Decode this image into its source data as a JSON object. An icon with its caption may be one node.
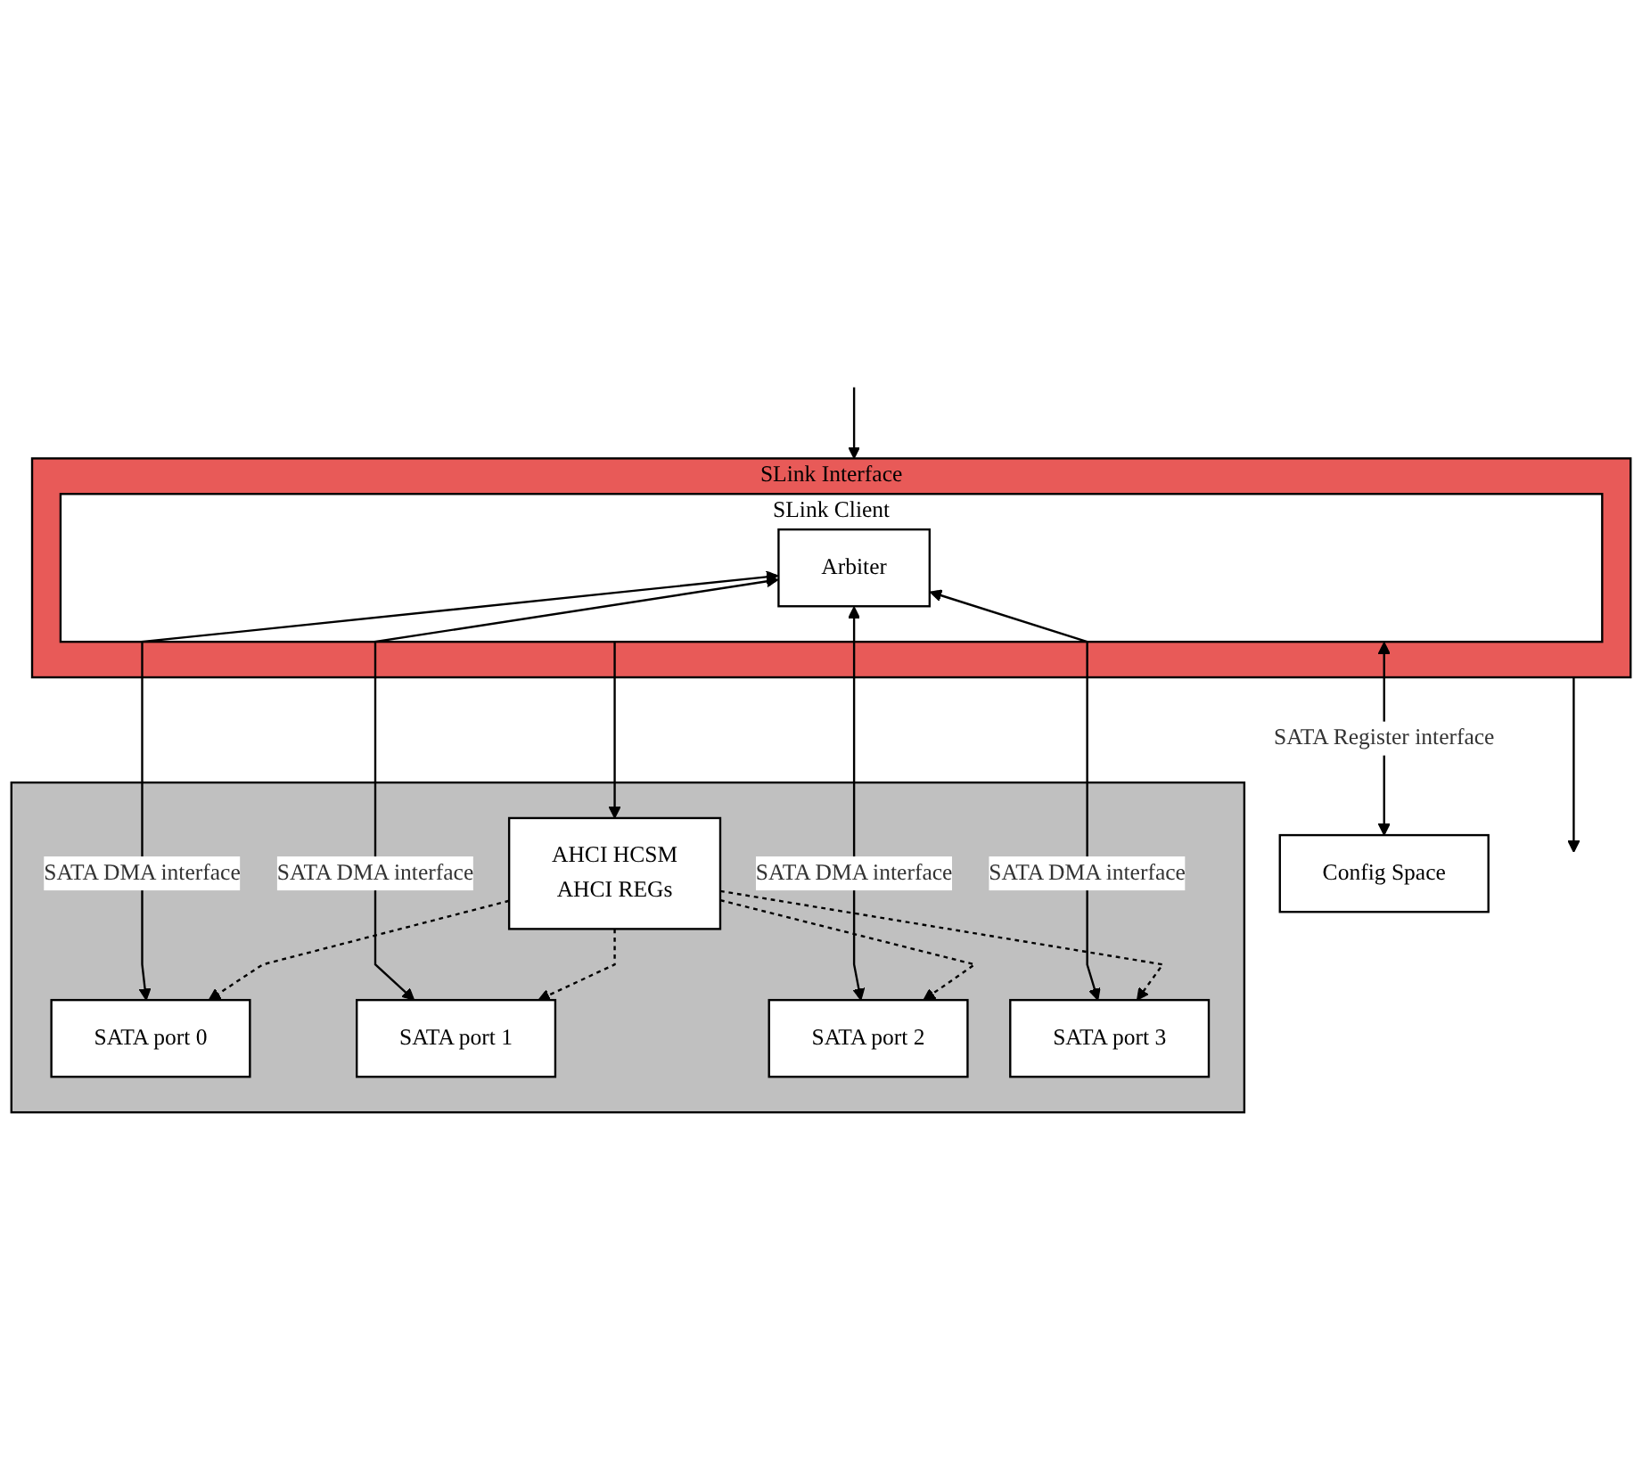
{
  "diagram": {
    "nodes": [
      {
        "text": [
          "SLink Interface"
        ]
      },
      {
        "text": [
          "SLink Client"
        ],
        "in": 0
      },
      {
        "text": [
          "Arbiter"
        ],
        "in": 1
      },
      {
        "text": [],
        "shape": "box"
      },
      {
        "text": [
          "AHCI HCSM",
          "AHCI REGs"
        ],
        "in": 3
      },
      {
        "text": [
          "SATA port 0"
        ],
        "in": 3
      },
      {
        "text": [
          "SATA port 1"
        ],
        "in": 3
      },
      {
        "text": [
          "SATA port 2"
        ],
        "in": 3
      },
      {
        "text": [
          "SATA port 3"
        ],
        "in": 3
      },
      {
        "text": [
          "Config Space"
        ]
      }
    ],
    "edges": [
      {
        "from": 0,
        "to": null,
        "arrow": "to"
      },
      {
        "from": null,
        "to": 0,
        "arrow": "to"
      },
      {
        "from": 2,
        "to": 5,
        "arrow": "both",
        "label": "SATA DMA interface"
      },
      {
        "from": 2,
        "to": 6,
        "arrow": "both",
        "label": "SATA DMA interface"
      },
      {
        "from": 2,
        "to": 7,
        "arrow": "both",
        "label": "SATA DMA interface"
      },
      {
        "from": 2,
        "to": 8,
        "arrow": "both",
        "label": "SATA DMA interface"
      },
      {
        "from": 4,
        "to": 5,
        "arrow": "to",
        "style": "dashed"
      },
      {
        "from": 4,
        "to": 6,
        "arrow": "to",
        "style": "dashed"
      },
      {
        "from": 4,
        "to": 7,
        "arrow": "to",
        "style": "dashed"
      },
      {
        "from": 4,
        "to": 8,
        "arrow": "to",
        "style": "dashed"
      },
      {
        "from": 1,
        "to": 9,
        "arrow": "both",
        "label": "SATA Register interface"
      },
      {
        "from": 1,
        "to": 4,
        "arrow": "to"
      }
    ]
  }
}
